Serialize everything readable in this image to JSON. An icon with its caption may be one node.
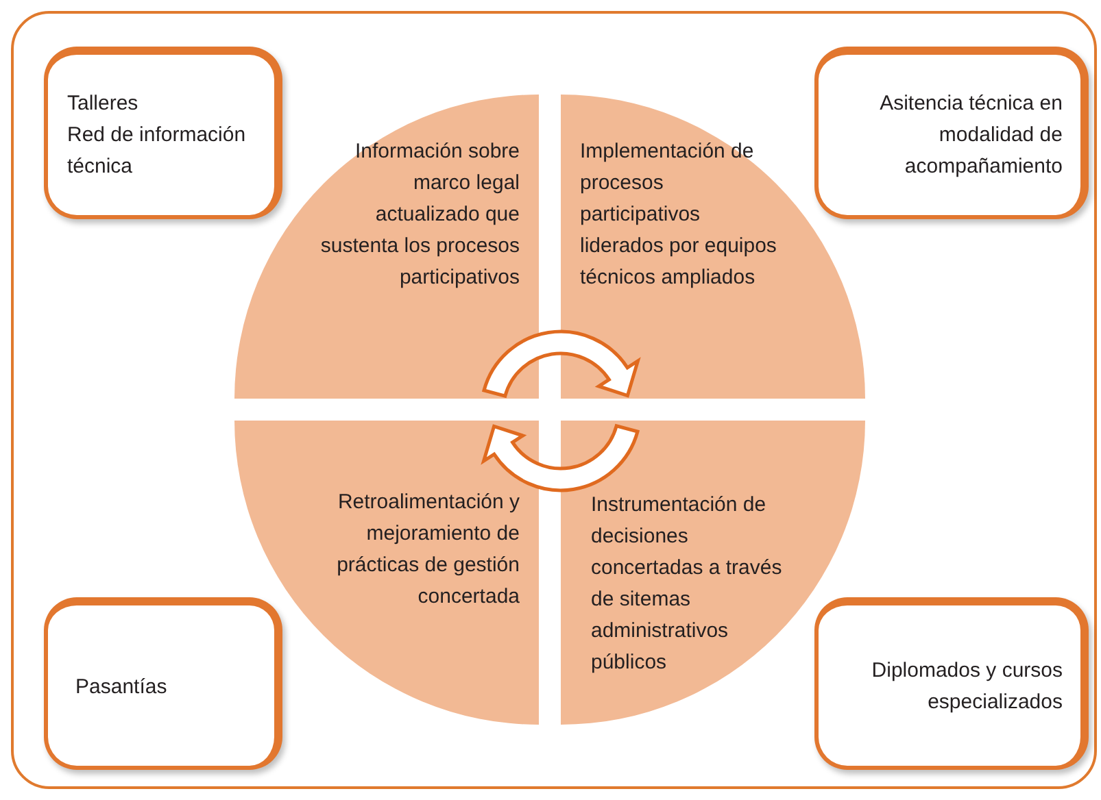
{
  "diagram": {
    "nodes": [
      {
        "text": [
          "Talleres",
          "Red de información técnica"
        ]
      },
      {
        "text": [
          "Información sobre marco legal actualizado que sustenta los procesos participativos"
        ]
      },
      {
        "text": [
          "Implementación de procesos participativos liderados por equipos técnicos ampliados"
        ]
      },
      {
        "text": [
          "Asitencia técnica en modalidad de acompañamiento"
        ]
      },
      {
        "text": [
          "Retroalimentación y mejoramiento de prácticas de gestión concertada"
        ]
      },
      {
        "text": [
          "Instrumentación de decisiones concertadas a través de sitemas administrativos públicos"
        ]
      },
      {
        "text": [
          "Pasantías"
        ]
      },
      {
        "text": [
          "Diplomados y cursos especializados"
        ]
      }
    ],
    "edges": [
      {
        "from": 1,
        "to": 2,
        "arrow": "to",
        "style": "thick"
      },
      {
        "from": 5,
        "to": 4,
        "arrow": "to",
        "style": "thick"
      }
    ]
  }
}
